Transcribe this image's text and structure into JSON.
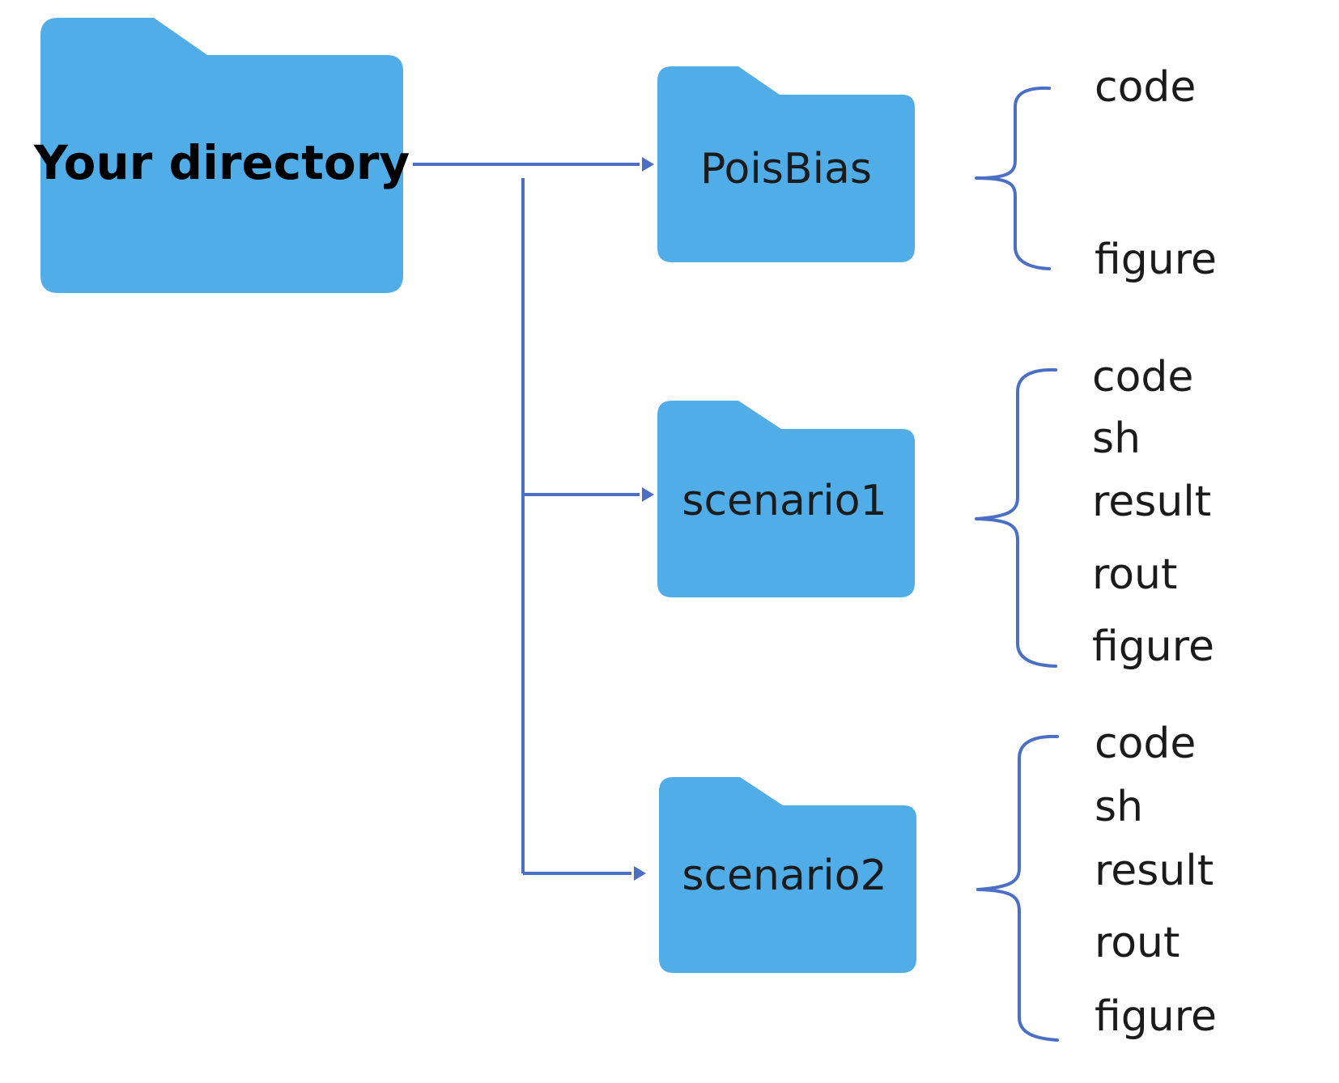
{
  "diagram": {
    "root": {
      "label": "Your directory"
    },
    "folders": [
      {
        "id": "poisbias",
        "label": "PoisBias",
        "contents": [
          "code",
          "figure"
        ]
      },
      {
        "id": "scenario1",
        "label": "scenario1",
        "contents": [
          "code",
          "sh",
          "result",
          "rout",
          "figure"
        ]
      },
      {
        "id": "scenario2",
        "label": "scenario2",
        "contents": [
          "code",
          "sh",
          "result",
          "rout",
          "figure"
        ]
      }
    ],
    "colors": {
      "folder": "#50ade8",
      "connector": "#4a6fc4",
      "text": "#1b1b1b"
    }
  }
}
